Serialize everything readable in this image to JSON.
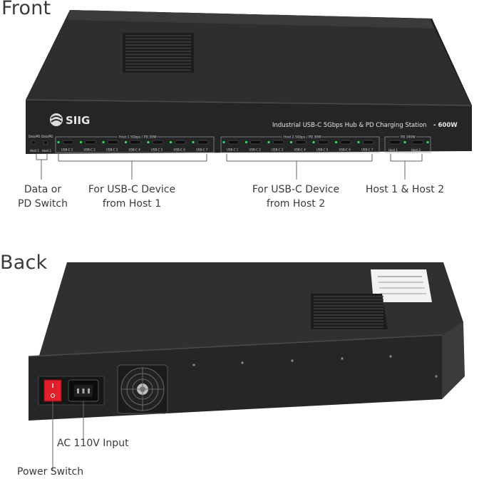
{
  "sections": {
    "front_heading": "Front",
    "back_heading": "Back"
  },
  "front_panel": {
    "brand": "SIIG",
    "product_line": "Industrial USB-C 5Gbps Hub & PD Charging Station",
    "wattage": "- 600W",
    "switch_labels": [
      "Data/PD",
      "Data/PD"
    ],
    "host_switch_labels": [
      "Host 1",
      "Host 2"
    ],
    "group1_label": "Host 1 5Gbps / PD 30W",
    "group2_label": "Host 2 5Gbps / PD 30W",
    "group3_label": "PD 100W",
    "port_labels": [
      "USB-C 1",
      "USB-C 2",
      "USB-C 3",
      "USB-C 4",
      "USB-C 5",
      "USB-C 6",
      "USB-C 7"
    ],
    "host_port_labels": [
      "Host 1",
      "Host 2"
    ]
  },
  "callouts": {
    "data_pd_switch": [
      "Data or",
      "PD Switch"
    ],
    "host1_devices": [
      "For USB-C Device",
      "from Host 1"
    ],
    "host2_devices": [
      "For USB-C Device",
      "from Host 2"
    ],
    "hosts": [
      "Host 1 & Host 2"
    ],
    "ac_input": [
      "AC 110V Input"
    ],
    "power_switch": [
      "Power Switch"
    ]
  },
  "colors": {
    "chassis": "#2b2c2e",
    "led": "#39e05a",
    "rocker": "#e0202a",
    "text": "#3a3a3a"
  }
}
